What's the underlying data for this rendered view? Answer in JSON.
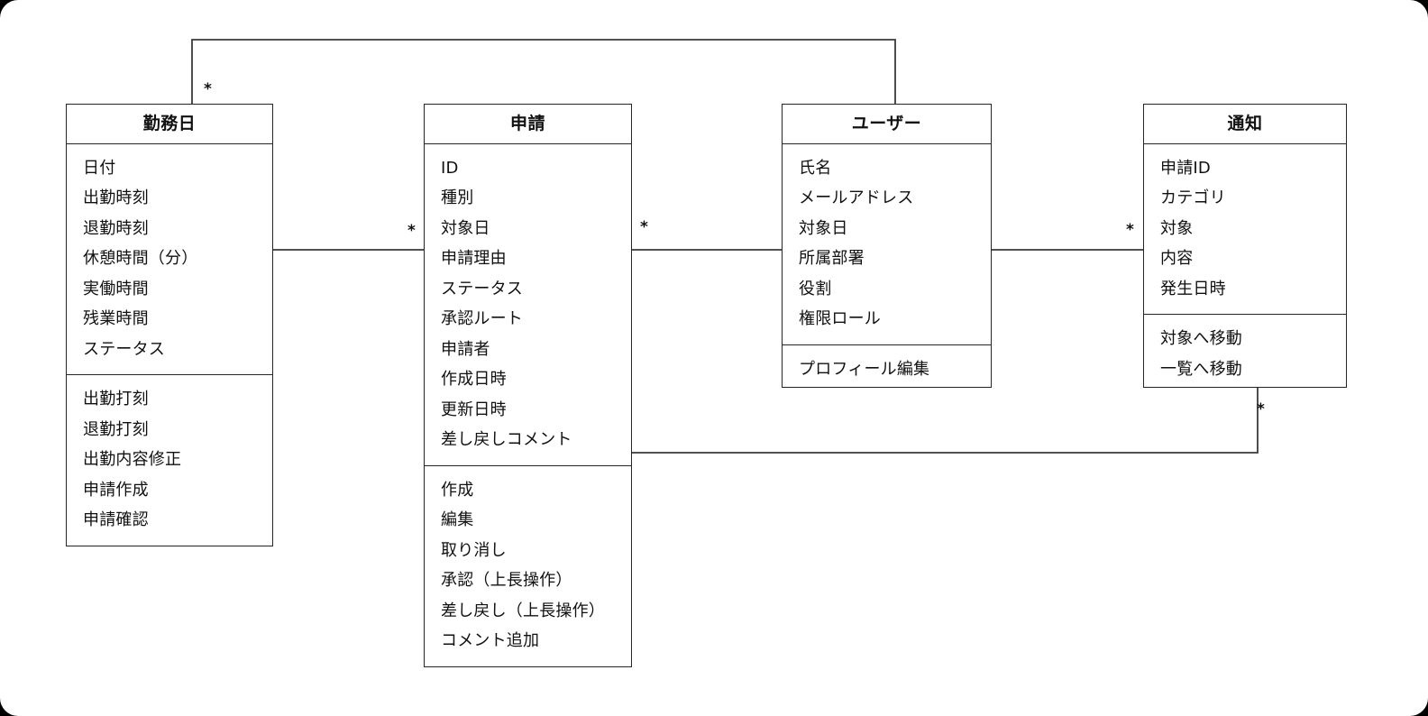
{
  "diagram": {
    "type": "uml-class-diagram",
    "background": "#ffffff",
    "line_color": "#262626",
    "text_color": "#111111",
    "classes": [
      {
        "id": "workday",
        "title": "勤務日",
        "attributes": [
          "日付",
          "出勤時刻",
          "退勤時刻",
          "休憩時間（分）",
          "実働時間",
          "残業時間",
          "ステータス"
        ],
        "operations": [
          "出勤打刻",
          "退勤打刻",
          "出勤内容修正",
          "申請作成",
          "申請確認"
        ]
      },
      {
        "id": "request",
        "title": "申請",
        "attributes": [
          "ID",
          "種別",
          "対象日",
          "申請理由",
          "ステータス",
          "承認ルート",
          "申請者",
          "作成日時",
          "更新日時",
          "差し戻しコメント"
        ],
        "operations": [
          "作成",
          "編集",
          "取り消し",
          "承認（上長操作）",
          "差し戻し（上長操作）",
          "コメント追加"
        ]
      },
      {
        "id": "user",
        "title": "ユーザー",
        "attributes": [
          "氏名",
          "メールアドレス",
          "対象日",
          "所属部署",
          "役割",
          "権限ロール"
        ],
        "operations": [
          "プロフィール編集"
        ]
      },
      {
        "id": "notification",
        "title": "通知",
        "attributes": [
          "申請ID",
          "カテゴリ",
          "対象",
          "内容",
          "発生日時"
        ],
        "operations": [
          "対象へ移動",
          "一覧へ移動"
        ]
      }
    ],
    "multiplicities": [
      {
        "id": "m-workday-user",
        "label": "*"
      },
      {
        "id": "m-workday-request",
        "label": "*"
      },
      {
        "id": "m-request-user",
        "label": "*"
      },
      {
        "id": "m-user-notification",
        "label": "*"
      },
      {
        "id": "m-notification-request",
        "label": "*"
      }
    ]
  }
}
